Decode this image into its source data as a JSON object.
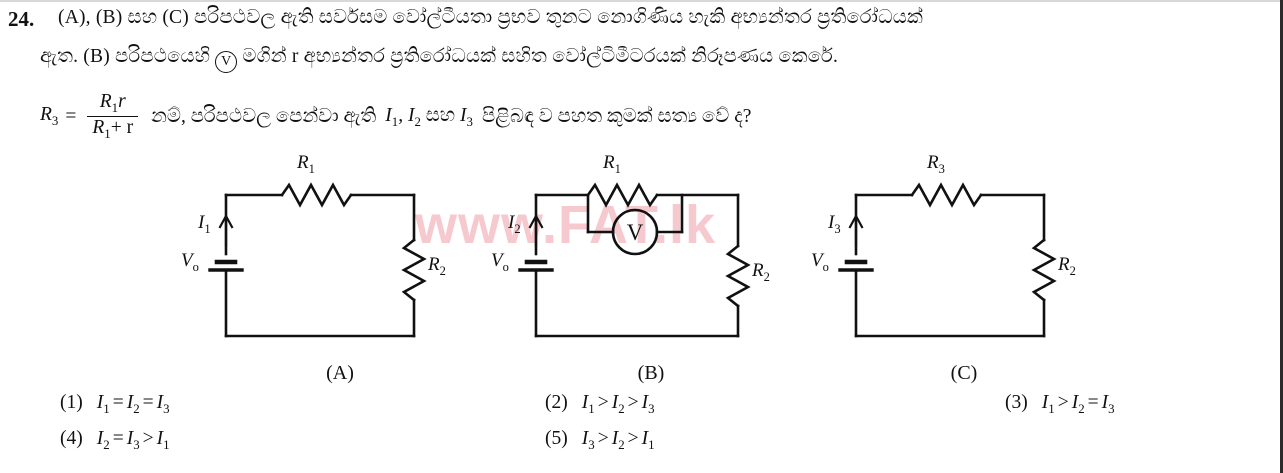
{
  "question": {
    "number": "24.",
    "stem_line_1_a": "(A), (B) ",
    "stem_line_1_b": "සහ (C) පරිපථවල ඇති සර්වසම වෝල්ටීයතා ප්‍රභව තුනට නොගිණිය හැකි අභ්‍යන්තර ප්‍රතිරෝධයක්",
    "stem_line_2_a": "ඇත. (B) පරිපථයෙහි ",
    "stem_line_2_meter": "V",
    "stem_line_2_b": " මගින් r අභ්‍යන්තර ප්‍රතිරෝධයක් සහිත වෝල්ටිමීටරයක් නිරූපණය කෙරේ.",
    "formula": {
      "lhs": "R",
      "lhs_sub": "3",
      "equals": "=",
      "numerator": "R₁r",
      "numerator_main": "R",
      "numerator_sub": "1",
      "numerator_tail": "r",
      "denominator_main": "R",
      "denominator_sub": "1",
      "denominator_tail": "+ r"
    },
    "formula_tail": "නම්, පරිපථවල පෙන්වා ඇති  I₁, I₂ සහ I₃ පිළිබඳ ව පහත කුමක් සත්‍ය වේ ද?",
    "formula_tail_pre": "නම්, පරිපථවල පෙන්වා ඇති",
    "formula_tail_vars": "I₁, I₂ සහ I₃",
    "formula_tail_post": "පිළිබඳ ව පහත කුමක් සත්‍ය වේ ද?"
  },
  "watermark": {
    "text": "www.FAT.lk",
    "color": "#f6c9cf"
  },
  "circuits": [
    {
      "id": "A",
      "caption": "(A)",
      "source_label": "V",
      "source_sub": "o",
      "current_label": "I",
      "current_sub": "1",
      "top_resistor": "R",
      "top_resistor_sub": "1",
      "right_resistor": "R",
      "right_resistor_sub": "2",
      "has_voltmeter": false
    },
    {
      "id": "B",
      "caption": "(B)",
      "source_label": "V",
      "source_sub": "o",
      "current_label": "I",
      "current_sub": "2",
      "top_resistor": "R",
      "top_resistor_sub": "1",
      "right_resistor": "R",
      "right_resistor_sub": "2",
      "has_voltmeter": true,
      "voltmeter_label": "V"
    },
    {
      "id": "C",
      "caption": "(C)",
      "source_label": "V",
      "source_sub": "o",
      "current_label": "I",
      "current_sub": "3",
      "top_resistor": "R",
      "top_resistor_sub": "3",
      "right_resistor": "R",
      "right_resistor_sub": "2",
      "has_voltmeter": false
    }
  ],
  "options": [
    {
      "num": "(1)",
      "expr": "I₁ = I₂ = I₃",
      "a": "I",
      "a_sub": "1",
      "op1": "=",
      "b": "I",
      "b_sub": "2",
      "op2": "=",
      "c": "I",
      "c_sub": "3"
    },
    {
      "num": "(2)",
      "expr": "I₁ > I₂ > I₃",
      "a": "I",
      "a_sub": "1",
      "op1": ">",
      "b": "I",
      "b_sub": "2",
      "op2": ">",
      "c": "I",
      "c_sub": "3"
    },
    {
      "num": "(3)",
      "expr": "I₁ > I₂ = I₃",
      "a": "I",
      "a_sub": "1",
      "op1": ">",
      "b": "I",
      "b_sub": "2",
      "op2": "=",
      "c": "I",
      "c_sub": "3"
    },
    {
      "num": "(4)",
      "expr": "I₂ = I₃ > I₁",
      "a": "I",
      "a_sub": "2",
      "op1": "=",
      "b": "I",
      "b_sub": "3",
      "op2": ">",
      "c": "I",
      "c_sub": "1"
    },
    {
      "num": "(5)",
      "expr": "I₃ > I₂ > I₁",
      "a": "I",
      "a_sub": "3",
      "op1": ">",
      "b": "I",
      "b_sub": "2",
      "op2": ">",
      "c": "I",
      "c_sub": "1"
    }
  ]
}
